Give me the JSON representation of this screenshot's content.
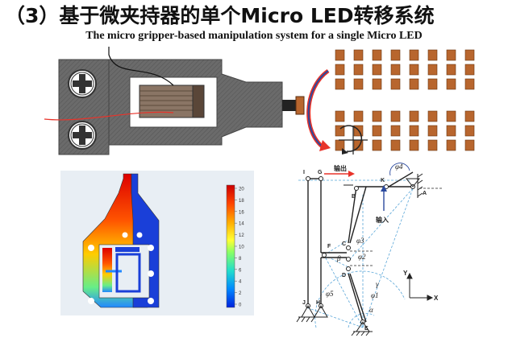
{
  "title": "（3）基于微夹持器的单个Micro LED转移系统",
  "subtitle": "The micro gripper-based manipulation system for a single Micro LED",
  "colorbar": {
    "ticks": [
      "20",
      "18",
      "16",
      "14",
      "12",
      "10",
      "8",
      "6",
      "4",
      "2",
      "0"
    ],
    "colors": [
      "#cc0000",
      "#ff4400",
      "#ffaa00",
      "#ffff33",
      "#88ff66",
      "#22ddcc",
      "#0088ff",
      "#0022dd"
    ]
  },
  "kinematics": {
    "output_label": "输出",
    "input_label": "输入",
    "points": {
      "I": "I",
      "G": "G",
      "B": "B",
      "K": "K",
      "A": "A",
      "F": "F",
      "C": "C",
      "D": "D",
      "J": "J",
      "H": "H",
      "E": "E"
    },
    "angles": {
      "phi1": "φ1",
      "phi2": "φ2",
      "phi3": "φ3",
      "phi4": "φ4",
      "phi5": "φ5",
      "alpha": "α",
      "beta": "β",
      "gamma": "γ"
    },
    "axes": {
      "x": "X",
      "y": "Y"
    }
  },
  "colors": {
    "gripper_body": "#6b6b6b",
    "led_chip": "#b8662e",
    "arrow_red": "#e8332a",
    "arrow_blue": "#2b4a9e",
    "frame_blue": "#1a3fd8"
  }
}
